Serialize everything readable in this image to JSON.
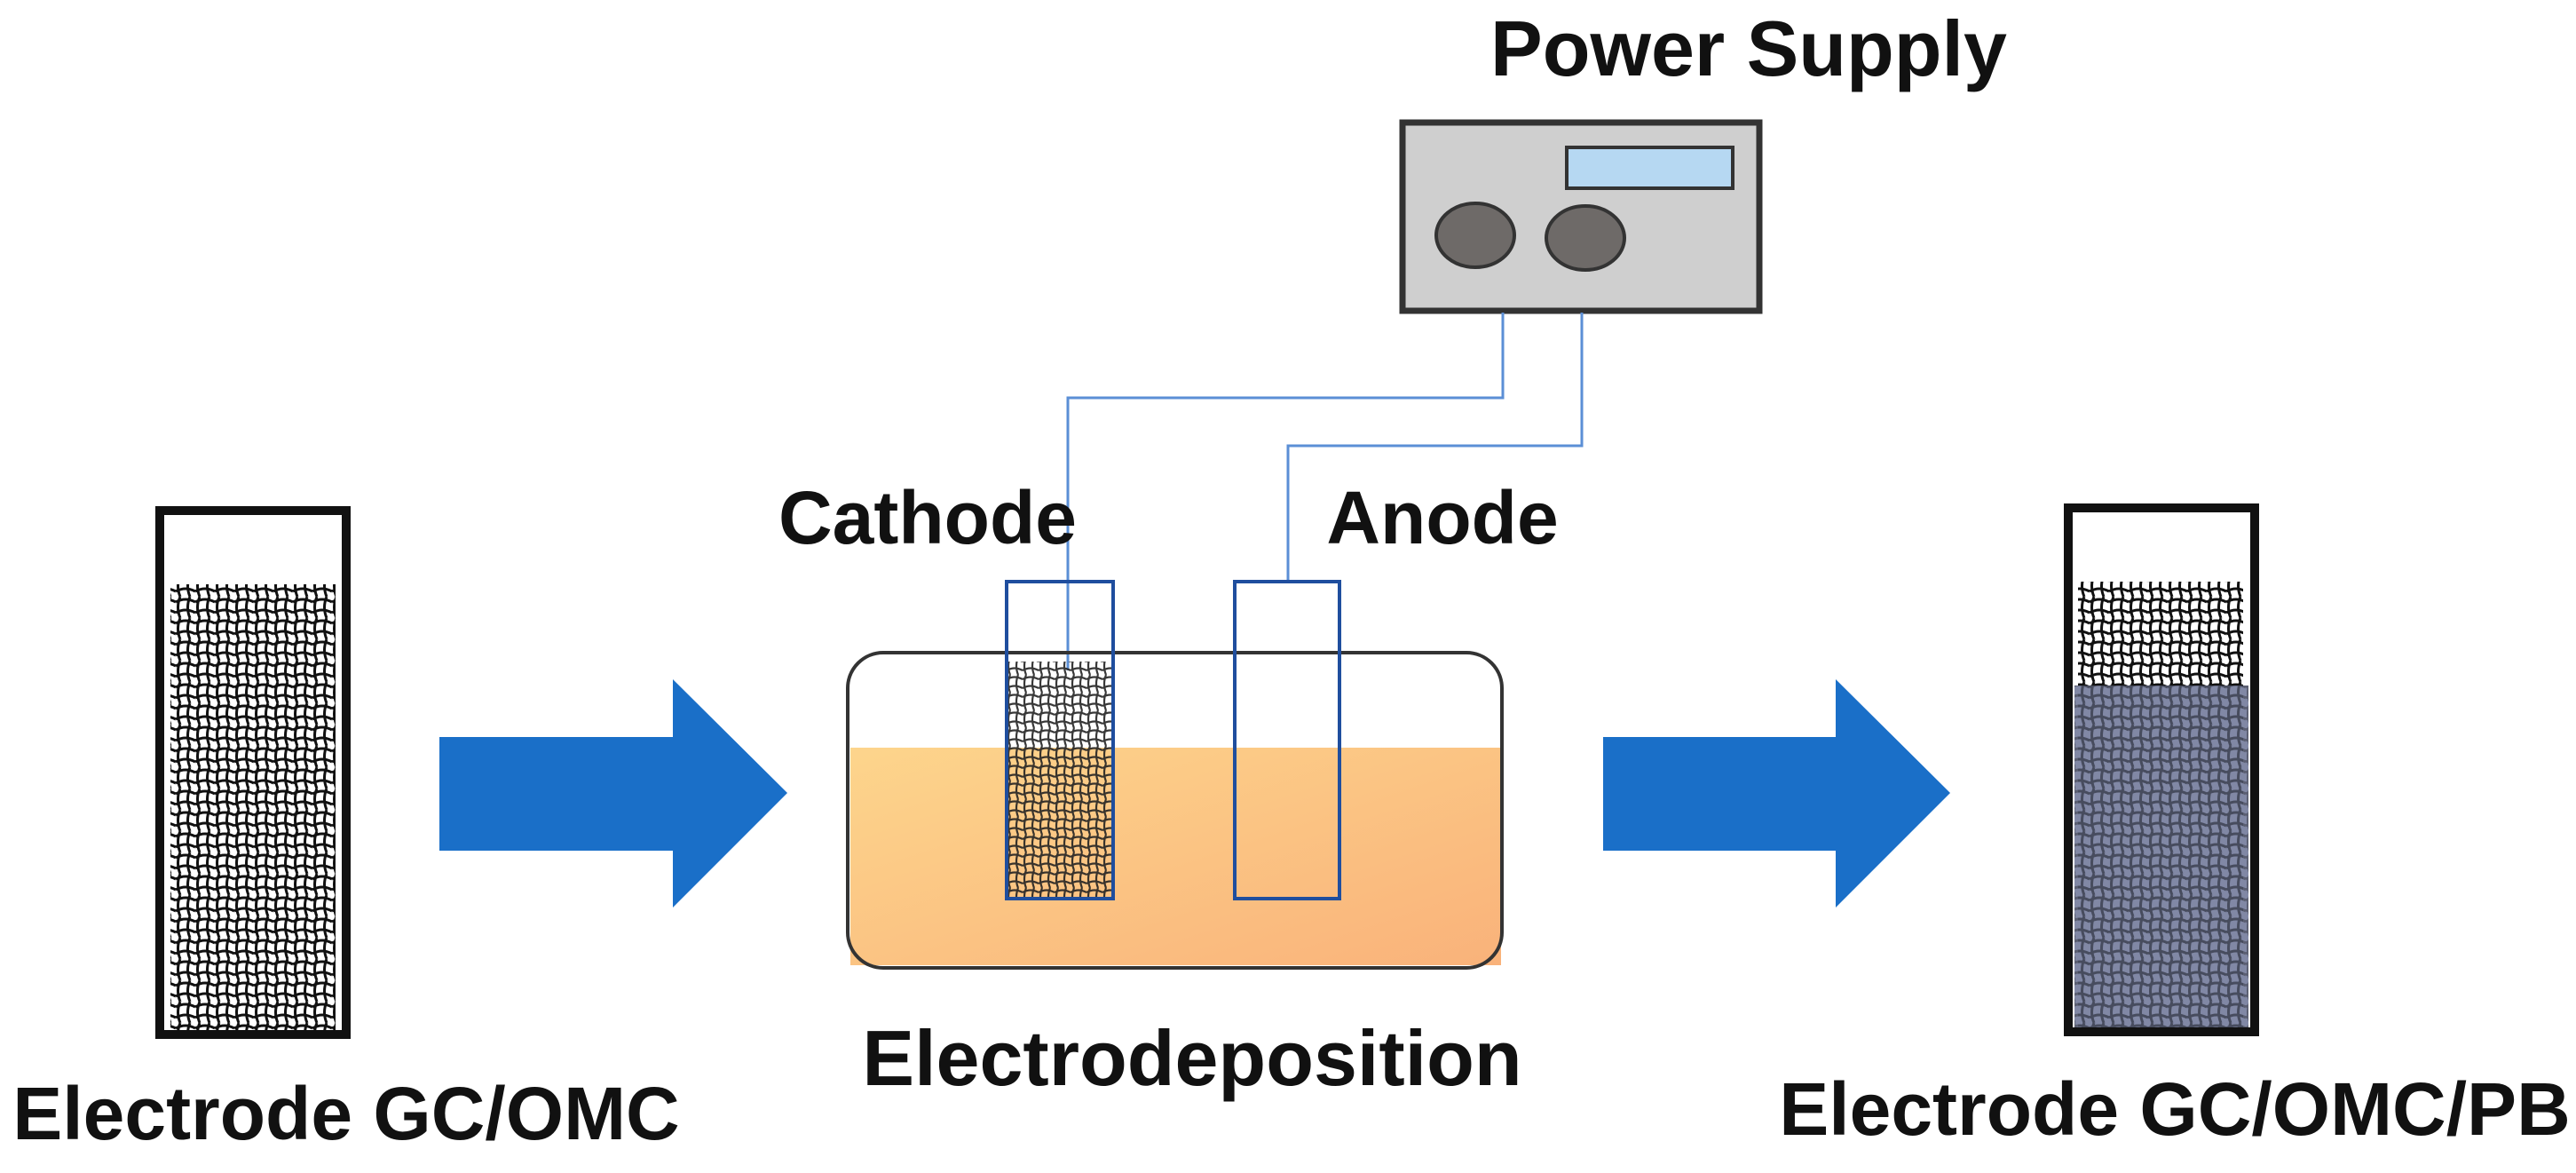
{
  "labels": {
    "power_supply": "Power Supply",
    "cathode": "Cathode",
    "anode": "Anode",
    "process": "Electrodeposition",
    "input_electrode": "Electrode GC/OMC",
    "output_electrode": "Electrode GC/OMC/PB"
  },
  "colors": {
    "arrow": "#1a6fc8",
    "wire": "#5b8fd6",
    "electrode_outline": "#1f4e9e",
    "power_body": "#cfcfcf",
    "power_display": "#b6d8f2",
    "knob": "#6e6a68",
    "solution_light": "#fdd58c",
    "solution_dark": "#f9b27a",
    "pb_fill": "#6f7898",
    "mesh": "#111111"
  },
  "icons": {
    "power_supply": "power-supply-icon",
    "knob": "knob-icon",
    "display": "display-icon",
    "arrow": "right-arrow-icon",
    "mesh": "carbon-mesh-pattern"
  }
}
